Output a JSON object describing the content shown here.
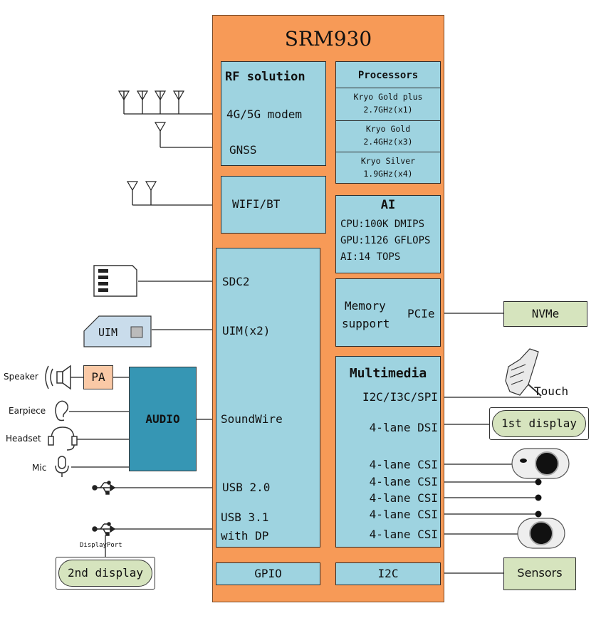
{
  "chip": {
    "title": "SRM930"
  },
  "rf": {
    "title": "RF solution",
    "modem": "4G/5G modem",
    "gnss": "GNSS"
  },
  "wifi": {
    "label": "WIFI/BT"
  },
  "processors": {
    "title": "Processors",
    "cores": [
      {
        "name": "Kryo Gold plus",
        "freq": "2.7GHz(x1)"
      },
      {
        "name": "Kryo Gold",
        "freq": "2.4GHz(x3)"
      },
      {
        "name": "Kryo Silver",
        "freq": "1.9GHz(x4)"
      }
    ]
  },
  "ai": {
    "title": "AI",
    "lines": [
      "CPU:100K DMIPS",
      "GPU:1126 GFLOPS",
      "AI:14 TOPS"
    ]
  },
  "memory": {
    "line1": "Memory",
    "line2": "support",
    "pcie": "PCIe"
  },
  "interfaces": {
    "sdc2": "SDC2",
    "uim": "UIM(x2)",
    "soundwire": "SoundWire",
    "usb2": "USB 2.0",
    "usb31_line1": "USB 3.1",
    "usb31_line2": "with DP"
  },
  "multimedia": {
    "title": "Multimedia",
    "i2c_spi": "I2C/I3C/SPI",
    "dsi": "4-lane DSI",
    "csi": [
      "4-lane CSI",
      "4-lane CSI",
      "4-lane CSI",
      "4-lane CSI",
      "4-lane CSI"
    ]
  },
  "bottom": {
    "gpio": "GPIO",
    "i2c": "I2C"
  },
  "external": {
    "nvme": "NVMe",
    "touch": "Touch",
    "first_display": "1st display",
    "sensors": "Sensors",
    "second_display": "2nd display",
    "displayport": "DisplayPort",
    "uim_card": "UIM",
    "pa": "PA",
    "audio": "AUDIO",
    "speaker": "Speaker",
    "earpiece": "Earpiece",
    "headset": "Headset",
    "mic": "Mic"
  },
  "colors": {
    "chip": "#F79A57",
    "block": "#9ED3E0",
    "external": "#D6E4BE",
    "audio": "#3696B4",
    "pa": "#FAC9A6"
  },
  "icons": [
    "antenna-icon",
    "sd-card-icon",
    "sim-card-icon",
    "speaker-icon",
    "ear-icon",
    "headset-icon",
    "mic-icon",
    "usb-icon",
    "hand-pointer-icon",
    "camera-icon"
  ]
}
